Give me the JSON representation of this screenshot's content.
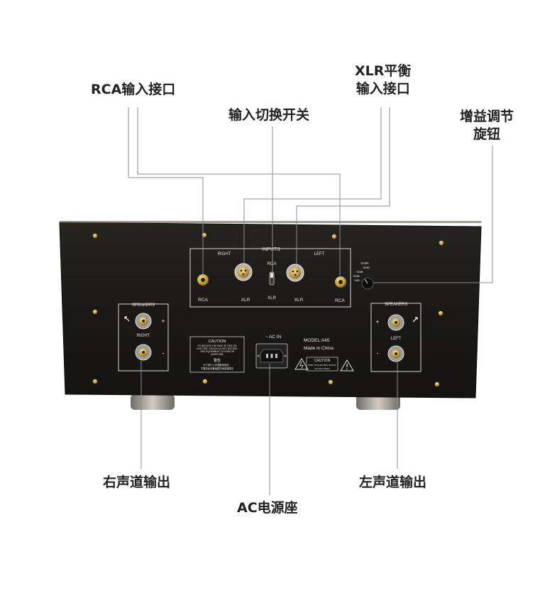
{
  "callouts": {
    "rca_input": "RCA输入接口",
    "input_switch": "输入切换开关",
    "xlr_input_l1": "XLR平衡",
    "xlr_input_l2": "输入接口",
    "gain_knob_l1": "增益调节",
    "gain_knob_l2": "旋钮",
    "right_output": "右声道输出",
    "ac_socket": "AC电源座",
    "left_output": "左声道输出"
  },
  "panel": {
    "inputs_title": "INPUTS",
    "right": "RIGHT",
    "left": "LEFT",
    "rca": "RCA",
    "xlr": "XLR",
    "switch_rca": "RCA",
    "switch_xlr": "XLR",
    "gain_label": "GAIN",
    "gain_steps": [
      "30dB",
      "30dB",
      "26dB",
      "0dB"
    ],
    "speakers": "SPEAKERS",
    "speaker_right": "RIGHT",
    "speaker_left": "LEFT",
    "plus": "+",
    "minus": "-",
    "ac_in": "~ AC IN",
    "model": "MODEL:A45",
    "made_in": "Made in China",
    "caution": "CAUTION",
    "caution_text": [
      "TO REDUCE THE RISK OF FIRE OR",
      "ELECTRIC SHOCK DO NOT EXPOSE",
      "THIS EQUIPMENT TO RAIN OR",
      "MOISTURE"
    ],
    "caution_cn_title": "警告",
    "caution_cn_text": [
      "为了减少火灾或触电危险，",
      "不要将此设备暴露在雨或潮湿中"
    ],
    "caution2": "CAUTION",
    "caution2_text": [
      "RISK OF ELECTRIC SHOCK",
      "DO NOT OPEN"
    ]
  },
  "colors": {
    "chassis": "#1b1a18",
    "line": "#9a9a9a",
    "gold": "#c8a23a",
    "label_text": "#222222"
  }
}
